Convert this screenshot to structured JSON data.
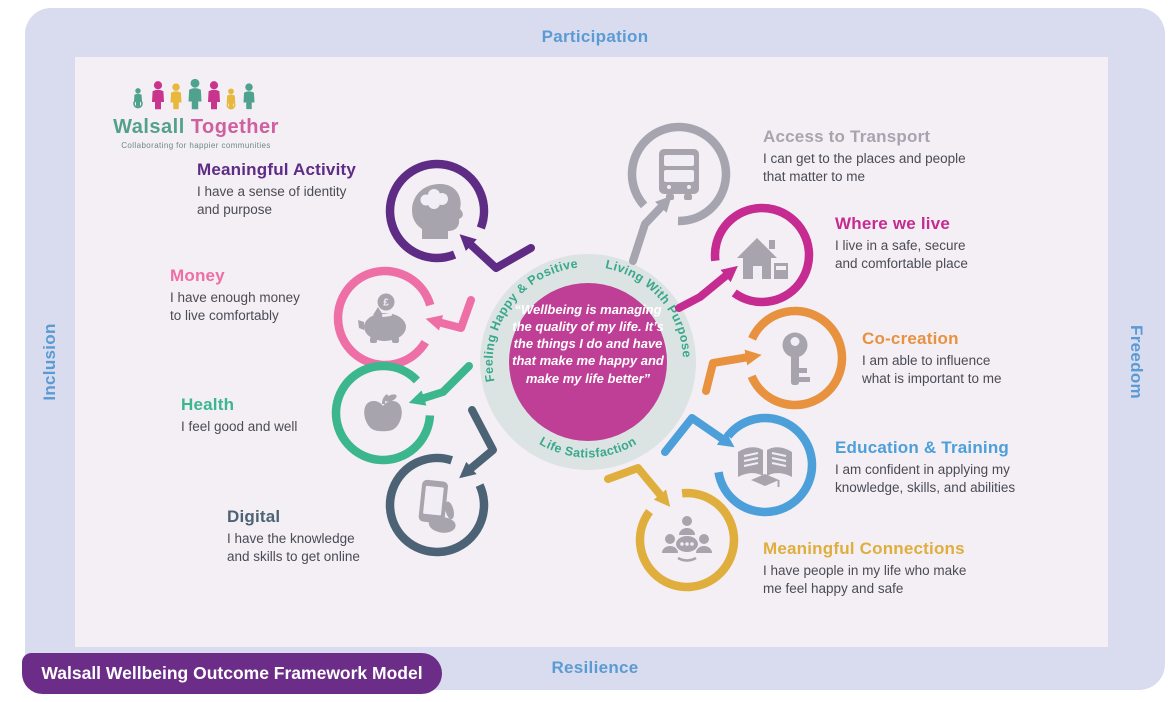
{
  "frame": {
    "top_label": "Participation",
    "bottom_label": "Resilience",
    "left_label": "Inclusion",
    "right_label": "Freedom",
    "band_color": "#d9dcee",
    "inner_color": "#f3eff5",
    "text_color": "#5b9bd5"
  },
  "badge": {
    "label": "Walsall Wellbeing Outcome Framework Model",
    "bg": "#6b2d87"
  },
  "logo": {
    "walsall": "Walsall",
    "together": "Together",
    "tagline": "Collaborating for happier communities",
    "walsall_color": "#53a08c",
    "together_color": "#cf5f9f",
    "tagline_color": "#6e8a84",
    "figure_colors": [
      "#4fa28d",
      "#c9348c",
      "#e8b83c"
    ]
  },
  "center": {
    "quote": "“Wellbeing is managing the quality of my life. It’s the things I do and have that make me happy and make my life better”",
    "ring_color": "#dbe4e3",
    "fill_color": "#bf3f96",
    "arc_color": "#3aa88c",
    "arc_top_left": "Feeling Happy & Positive",
    "arc_top_right": "Living With Purpose",
    "arc_bottom": "Life Satisfaction"
  },
  "icon_color": "#a7a4ad",
  "desc_color": "#4b4b55",
  "currency_symbol": "£",
  "outcomes": [
    {
      "title": "Meaningful Activity",
      "desc": "I have a sense of identity\nand purpose",
      "color": "#5e2b85",
      "icon": "head-brain-icon"
    },
    {
      "title": "Money",
      "desc": "I have enough money\nto live comfortably",
      "color": "#ee6fa5",
      "icon": "piggy-bank-icon"
    },
    {
      "title": "Health",
      "desc": "I feel good and well",
      "color": "#3cb68c",
      "icon": "apple-icon"
    },
    {
      "title": "Digital",
      "desc": "I have the knowledge\nand skills to get online",
      "color": "#4c6376",
      "icon": "phone-hand-icon"
    },
    {
      "title": "Access to Transport",
      "desc": "I can get to the places and people\nthat matter to me",
      "color": "#a6a5af",
      "icon": "bus-icon"
    },
    {
      "title": "Where we live",
      "desc": "I live in a safe, secure\nand comfortable place",
      "color": "#c52b90",
      "icon": "house-icon"
    },
    {
      "title": "Co-creation",
      "desc": "I am able to influence\nwhat is important to me",
      "color": "#e8913f",
      "icon": "key-icon"
    },
    {
      "title": "Education & Training",
      "desc": "I am confident in applying my\nknowledge, skills, and abilities",
      "color": "#4c9fd9",
      "icon": "open-book-icon"
    },
    {
      "title": "Meaningful Connections",
      "desc": "I have people in my life who make\nme feel happy and safe",
      "color": "#dfae3c",
      "icon": "people-connection-icon"
    }
  ]
}
